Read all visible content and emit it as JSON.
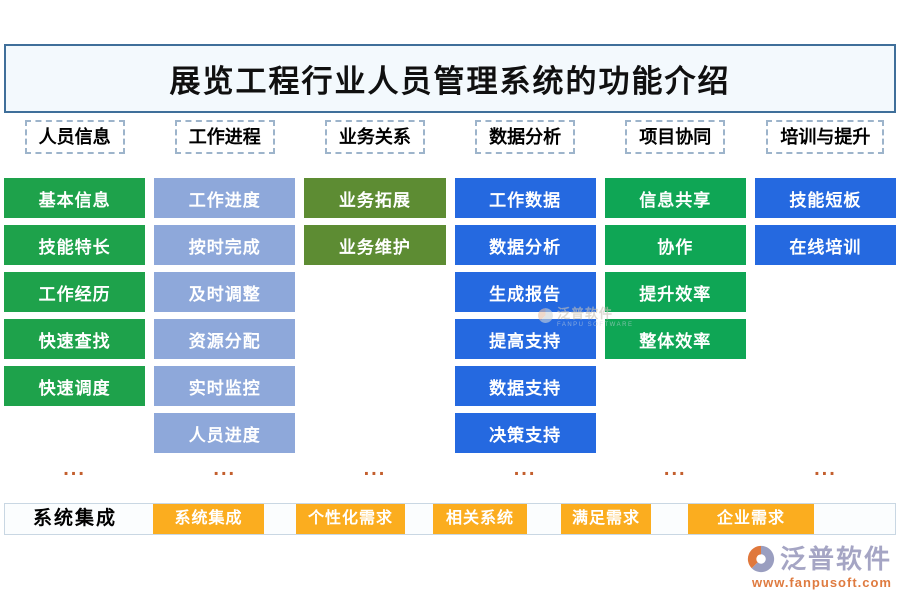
{
  "title": "展览工程行业人员管理系统的功能介绍",
  "columns": [
    {
      "header": "人员信息",
      "color": "#1ea24b",
      "items": [
        "基本信息",
        "技能特长",
        "工作经历",
        "快速查找",
        "快速调度"
      ],
      "ellipsis": "..."
    },
    {
      "header": "工作进程",
      "color": "#8ea8da",
      "items": [
        "工作进度",
        "按时完成",
        "及时调整",
        "资源分配",
        "实时监控",
        "人员进度"
      ],
      "ellipsis": "..."
    },
    {
      "header": "业务关系",
      "color": "#5d8c33",
      "items": [
        "业务拓展",
        "业务维护"
      ],
      "ellipsis": "..."
    },
    {
      "header": "数据分析",
      "color": "#2569e0",
      "items": [
        "工作数据",
        "数据分析",
        "生成报告",
        "提高支持",
        "数据支持",
        "决策支持"
      ],
      "ellipsis": "..."
    },
    {
      "header": "项目协同",
      "color": "#0fa655",
      "items": [
        "信息共享",
        "协作",
        "提升效率",
        "整体效率"
      ],
      "ellipsis": "..."
    },
    {
      "header": "培训与提升",
      "color": "#2569e0",
      "items": [
        "技能短板",
        "在线培训"
      ],
      "ellipsis": "..."
    }
  ],
  "bottom": {
    "label": "系统集成",
    "buttons": [
      "系统集成",
      "个性化需求",
      "相关系统",
      "满足需求",
      "企业需求"
    ],
    "button_color": "#fbad1f"
  },
  "watermark": {
    "text": "泛普软件",
    "subtext": "FANPU SOFTWARE"
  },
  "logo": {
    "name": "泛普软件",
    "url": "www.fanpusoft.com"
  },
  "colors": {
    "title_bg": "#f3f9fd",
    "title_border": "#3f6f9a",
    "header_dashed_border": "#9db4cb",
    "ellipsis": "#c35f2e",
    "bottom_bar_border": "#c9d7e3",
    "logo_text": "#a5a5c4",
    "logo_url": "#df7b40"
  }
}
